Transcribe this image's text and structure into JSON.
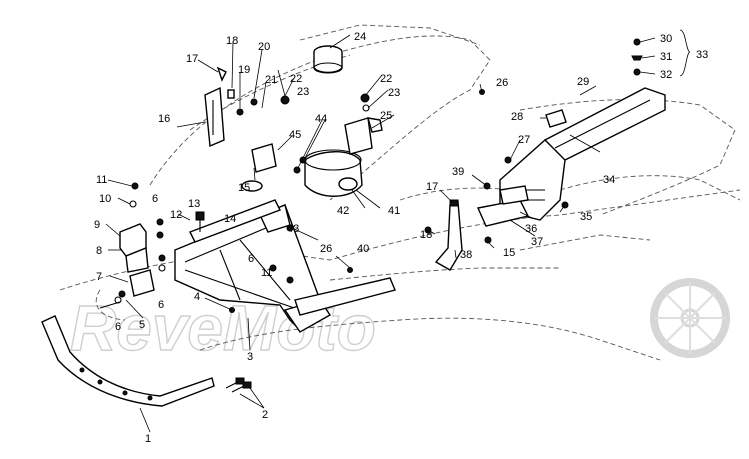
{
  "watermark": "ReveMoto",
  "callouts": [
    {
      "id": "c1",
      "text": "1"
    },
    {
      "id": "c2",
      "text": "2"
    },
    {
      "id": "c3",
      "text": "3"
    },
    {
      "id": "c4",
      "text": "4"
    },
    {
      "id": "c5",
      "text": "5"
    },
    {
      "id": "c6a",
      "text": "6"
    },
    {
      "id": "c6b",
      "text": "6"
    },
    {
      "id": "c6c",
      "text": "6"
    },
    {
      "id": "c6d",
      "text": "6"
    },
    {
      "id": "c7",
      "text": "7"
    },
    {
      "id": "c8",
      "text": "8"
    },
    {
      "id": "c9",
      "text": "9"
    },
    {
      "id": "c10",
      "text": "10"
    },
    {
      "id": "c11a",
      "text": "11"
    },
    {
      "id": "c11b",
      "text": "11"
    },
    {
      "id": "c12",
      "text": "12"
    },
    {
      "id": "c13",
      "text": "13"
    },
    {
      "id": "c14",
      "text": "14"
    },
    {
      "id": "c15a",
      "text": "15"
    },
    {
      "id": "c15b",
      "text": "15"
    },
    {
      "id": "c16",
      "text": "16"
    },
    {
      "id": "c17a",
      "text": "17"
    },
    {
      "id": "c17b",
      "text": "17"
    },
    {
      "id": "c18a",
      "text": "18"
    },
    {
      "id": "c18b",
      "text": "18"
    },
    {
      "id": "c19",
      "text": "19"
    },
    {
      "id": "c20",
      "text": "20"
    },
    {
      "id": "c21",
      "text": "21"
    },
    {
      "id": "c22a",
      "text": "22"
    },
    {
      "id": "c22b",
      "text": "22"
    },
    {
      "id": "c23a",
      "text": "23"
    },
    {
      "id": "c23b",
      "text": "23"
    },
    {
      "id": "c24",
      "text": "24"
    },
    {
      "id": "c25",
      "text": "25"
    },
    {
      "id": "c26a",
      "text": "26"
    },
    {
      "id": "c26b",
      "text": "26"
    },
    {
      "id": "c27",
      "text": "27"
    },
    {
      "id": "c28",
      "text": "28"
    },
    {
      "id": "c29",
      "text": "29"
    },
    {
      "id": "c30",
      "text": "30"
    },
    {
      "id": "c31",
      "text": "31"
    },
    {
      "id": "c32",
      "text": "32"
    },
    {
      "id": "c33",
      "text": "33"
    },
    {
      "id": "c34",
      "text": "34"
    },
    {
      "id": "c35",
      "text": "35"
    },
    {
      "id": "c36",
      "text": "36"
    },
    {
      "id": "c37",
      "text": "37"
    },
    {
      "id": "c38",
      "text": "38"
    },
    {
      "id": "c39",
      "text": "39"
    },
    {
      "id": "c40",
      "text": "40"
    },
    {
      "id": "c41",
      "text": "41"
    },
    {
      "id": "c42",
      "text": "42"
    },
    {
      "id": "c43",
      "text": "43"
    },
    {
      "id": "c44",
      "text": "44"
    },
    {
      "id": "c45",
      "text": "45"
    }
  ]
}
